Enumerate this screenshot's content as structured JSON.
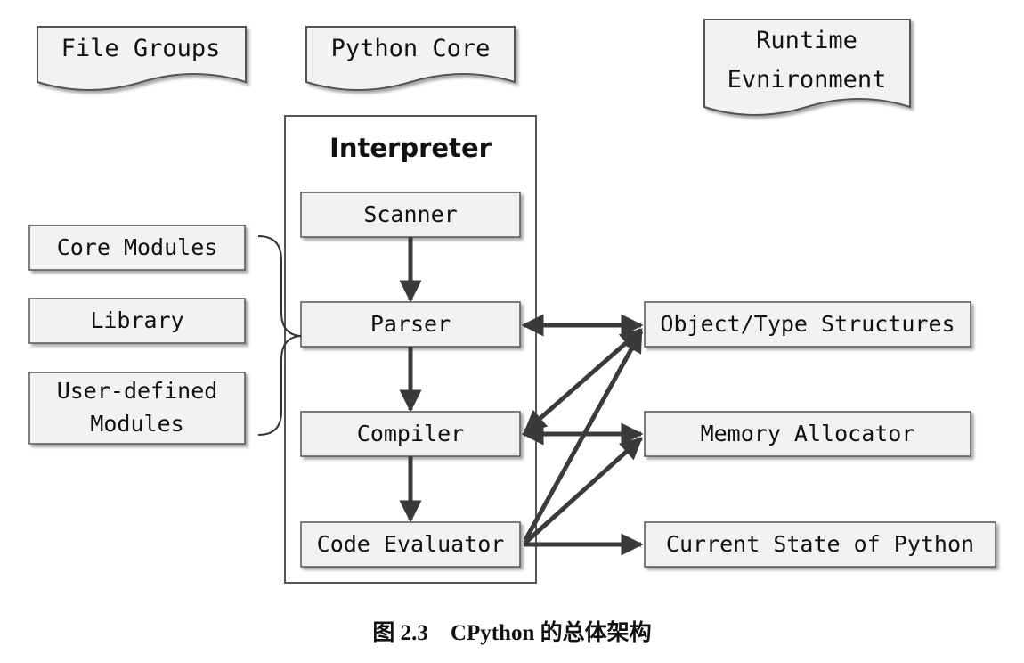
{
  "headers": {
    "file_groups": "File Groups",
    "python_core": "Python Core",
    "runtime_line1": "Runtime",
    "runtime_line2": "Evnironment"
  },
  "interpreter": {
    "title": "Interpreter",
    "stages": [
      "Scanner",
      "Parser",
      "Compiler",
      "Code Evaluator"
    ]
  },
  "file_groups": {
    "core_modules": "Core Modules",
    "library": "Library",
    "user_defined_line1": "User-defined",
    "user_defined_line2": "Modules"
  },
  "runtime": {
    "object_type": "Object/Type Structures",
    "memory_allocator": "Memory Allocator",
    "current_state": "Current State of Python"
  },
  "caption": {
    "label": "图 2.3",
    "text": "CPython 的总体架构"
  },
  "colors": {
    "box_fill": "#f2f2f2",
    "box_stroke": "#555555",
    "arrow": "#3a3a3a",
    "text": "#111111"
  }
}
